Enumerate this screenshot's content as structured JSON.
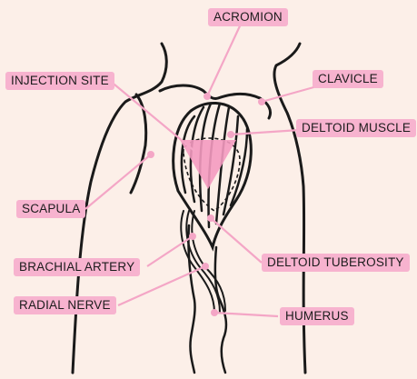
{
  "labels": {
    "acromion": "ACROMION",
    "injection_site": "INJECTION SITE",
    "clavicle": "CLAVICLE",
    "deltoid_muscle": "DELTOID MUSCLE",
    "scapula": "SCAPULA",
    "deltoid_tuberosity": "DELTOID TUBEROSITY",
    "brachial_artery": "BRACHIAL ARTERY",
    "radial_nerve": "RADIAL NERVE",
    "humerus": "HUMERUS"
  },
  "colors": {
    "background": "#fcefe8",
    "label_fill": "#f7b3cf",
    "leader_line": "#f4a6c6",
    "outline": "#1a1a1a",
    "injection_triangle": "#f49ac0"
  }
}
